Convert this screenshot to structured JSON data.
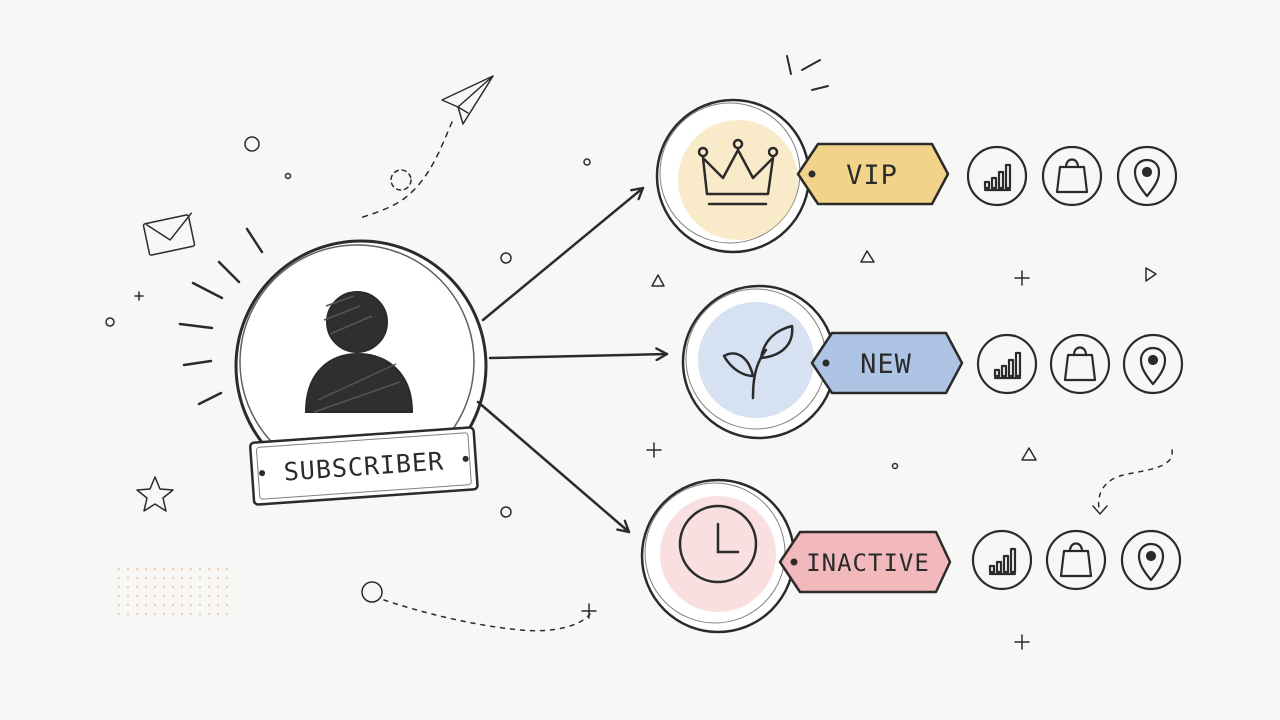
{
  "colors": {
    "ink": "#2b2b2b",
    "background": "#f7f7f6",
    "vip": "#f2d38a",
    "new": "#aec4e4",
    "inactive": "#f1b9bb"
  },
  "subscriber": {
    "label": "SUBSCRIBER",
    "icon": "user-silhouette-icon"
  },
  "segments": [
    {
      "id": "vip",
      "label": "VIP",
      "icon": "crown-icon",
      "color": "#f2d38a",
      "actions": [
        "bar-chart-icon",
        "shopping-bag-icon",
        "location-pin-icon"
      ]
    },
    {
      "id": "new",
      "label": "NEW",
      "icon": "sprout-icon",
      "color": "#aec4e4",
      "actions": [
        "bar-chart-icon",
        "shopping-bag-icon",
        "location-pin-icon"
      ]
    },
    {
      "id": "inactive",
      "label": "INACTIVE",
      "icon": "clock-icon",
      "color": "#f1b9bb",
      "actions": [
        "bar-chart-icon",
        "shopping-bag-icon",
        "location-pin-icon"
      ]
    }
  ],
  "decorations": [
    "paper-plane-icon",
    "envelope-icon",
    "star-icon"
  ]
}
